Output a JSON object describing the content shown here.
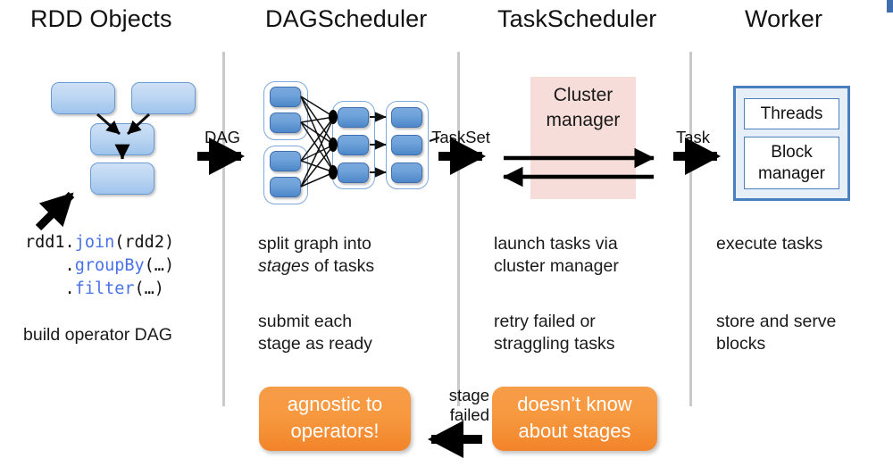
{
  "columns": [
    {
      "title": "RDD Objects"
    },
    {
      "title": "DAGScheduler"
    },
    {
      "title": "TaskScheduler"
    },
    {
      "title": "Worker"
    }
  ],
  "rdd_column": {
    "code_lines": [
      {
        "prefix": "rdd1.",
        "method": "join",
        "suffix": "(rdd2)"
      },
      {
        "prefix": "    .",
        "method": "groupBy",
        "suffix": "(…)"
      },
      {
        "prefix": "    .",
        "method": "filter",
        "suffix": "(…)"
      }
    ],
    "code_plain": "rdd1.join(rdd2)\n    .groupBy(…)\n    .filter(…)",
    "caption": "build operator DAG",
    "node_count": 4
  },
  "dag_column": {
    "text_1_before": "split graph into\n",
    "text_1_italic": "stages",
    "text_1_after": " of tasks",
    "text_1_plain": "split graph into stages of tasks",
    "text_2": "submit each\nstage as ready",
    "callout": "agnostic to\noperators!",
    "group_counts": [
      2,
      2,
      3,
      3
    ]
  },
  "task_column": {
    "cluster_manager_label": "Cluster\nmanager",
    "text_1": "launch tasks via\ncluster manager",
    "text_2": "retry failed or\nstraggling tasks",
    "callout": "doesn’t know\nabout stages"
  },
  "worker_column": {
    "threads_label": "Threads",
    "block_manager_label": "Block\nmanager",
    "text_1": "execute tasks",
    "text_2": "store and serve\nblocks"
  },
  "arrows": [
    {
      "label": "DAG"
    },
    {
      "label": "TaskSet"
    },
    {
      "label": "Task"
    },
    {
      "label": "stage\nfailed"
    }
  ],
  "colors": {
    "rdd_box_fill": "#bcd6f2",
    "rdd_box_border": "#6b9bd2",
    "dag_node_fill": "#6fa3da",
    "dag_node_border": "#3f6fae",
    "cluster_manager_fill": "#f6ddd9",
    "worker_border": "#4a7fc0",
    "worker_fill": "#e6eef8",
    "callout_fill": "#f7993f",
    "callout_text": "#ffffff",
    "divider": "#c9c9c9",
    "code_method": "#4a72e8",
    "text": "#1a1a1a"
  }
}
